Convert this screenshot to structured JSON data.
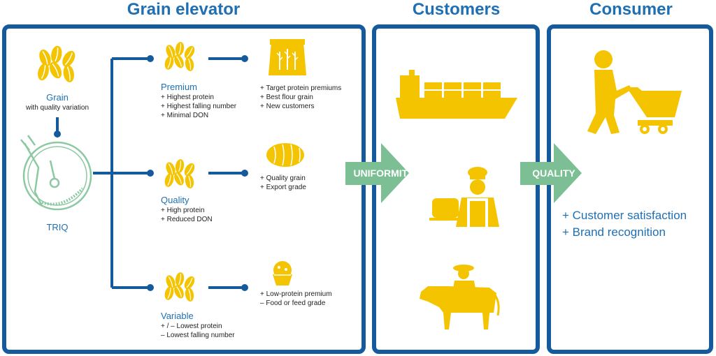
{
  "sections": {
    "grain_elevator": "Grain elevator",
    "customers": "Customers",
    "consumer": "Consumer"
  },
  "source": {
    "label": "Grain",
    "note": "with quality variation",
    "icon": "grain-icon"
  },
  "machine": {
    "label": "TRIQ",
    "icon": "triq-machine-icon"
  },
  "branches": [
    {
      "label": "Premium",
      "props": [
        "+ Highest protein",
        "+ Highest falling number",
        "+ Minimal DON"
      ],
      "icon": "flour-sack-icon",
      "benefits": [
        "+ Target protein premiums",
        "+ Best flour grain",
        "+ New customers"
      ]
    },
    {
      "label": "Quality",
      "props": [
        "+ High protein",
        "+ Reduced DON"
      ],
      "icon": "bread-icon",
      "benefits": [
        "+ Quality grain",
        "+ Export grade"
      ]
    },
    {
      "label": "Variable",
      "props": [
        "+ / – Lowest protein",
        "– Lowest falling number"
      ],
      "icon": "muffin-icon",
      "benefits": [
        "+ Low-protein premium",
        "– Food or feed grade"
      ]
    }
  ],
  "arrows": {
    "first": "UNIFORMITY",
    "second": "QUALITY"
  },
  "customers": [
    "ship-icon",
    "baker-icon",
    "farmer-cow-icon"
  ],
  "consumer": {
    "icon": "shopper-cart-icon",
    "benefits": [
      "+ Customer satisfaction",
      "+ Brand recognition"
    ]
  },
  "colors": {
    "blue": "#155a9c",
    "text_blue": "#1f6fb3",
    "yellow": "#f5c400",
    "green": "#7dbf94",
    "triq_green": "#8cc9a2"
  }
}
